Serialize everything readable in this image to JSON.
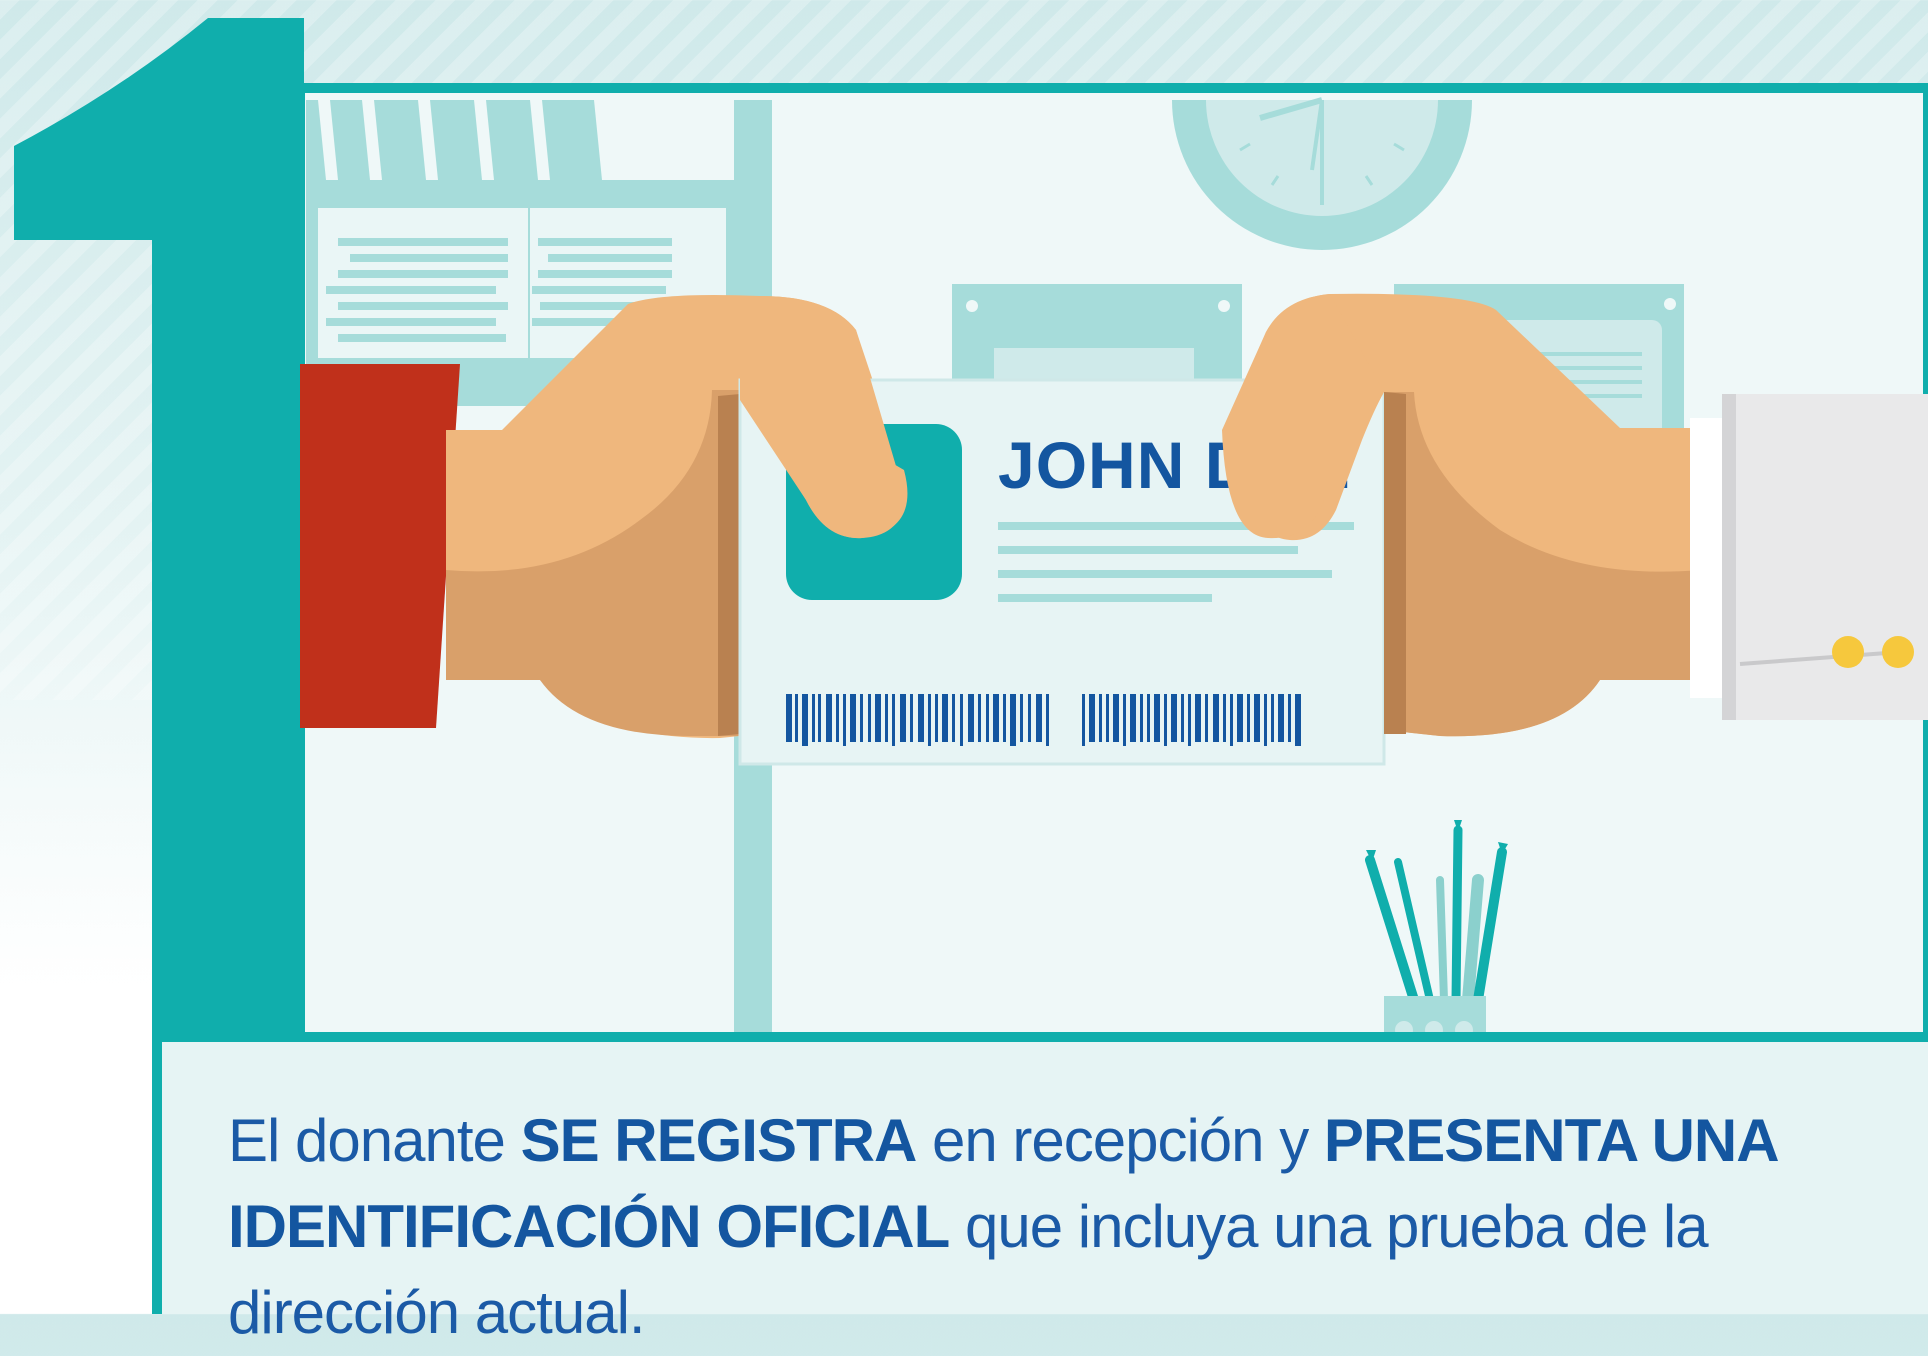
{
  "step_number": "1",
  "id_card": {
    "name": "JOHN DOE"
  },
  "caption": {
    "parts": [
      {
        "text": "El donante ",
        "bold": false
      },
      {
        "text": "SE REGISTRA",
        "bold": true
      },
      {
        "text": " en recepción y ",
        "bold": false
      },
      {
        "text": "PRESENTA UNA IDENTIFICACIÓN OFICIAL",
        "bold": true
      },
      {
        "text": " que incluya una prueba de la dirección actual.",
        "bold": false
      }
    ]
  },
  "colors": {
    "teal": "#10aeac",
    "light_teal": "#a6dcda",
    "navy_text": "#1456a0",
    "skin": "#efb77d",
    "skin_shadow": "#d9a06a",
    "red_sleeve": "#c0301b",
    "white_sleeve": "#e9e9ea",
    "button_yellow": "#f6c83d"
  }
}
